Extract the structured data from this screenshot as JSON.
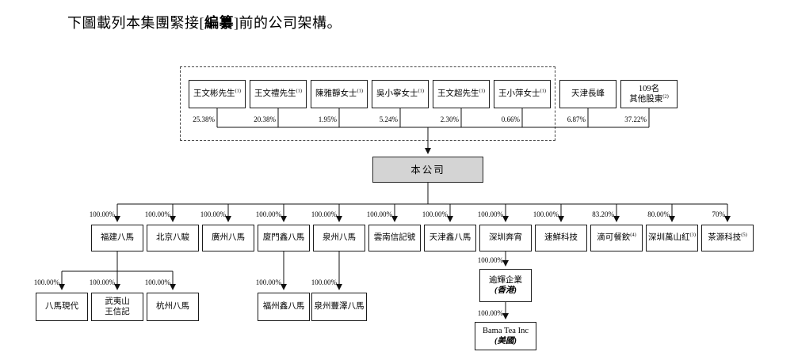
{
  "intro": {
    "prefix": "下圖載列本集團緊接[",
    "emphasis": "編纂",
    "suffix": "]前的公司架構。"
  },
  "parent_company": {
    "label": "本公司"
  },
  "shareholders": [
    {
      "name": "王文彬先生",
      "sup": "(1)",
      "pct": "25.38%"
    },
    {
      "name": "王文禮先生",
      "sup": "(1)",
      "pct": "20.38%"
    },
    {
      "name": "陳雅靜女士",
      "sup": "(1)",
      "pct": "1.95%"
    },
    {
      "name": "吳小寧女士",
      "sup": "(1)",
      "pct": "5.24%"
    },
    {
      "name": "王文超先生",
      "sup": "(1)",
      "pct": "2.30%"
    },
    {
      "name": "王小萍女士",
      "sup": "(1)",
      "pct": "0.66%"
    },
    {
      "name": "天津長峰",
      "sup": "",
      "pct": "6.87%"
    },
    {
      "line1": "109名",
      "line2": "其他股東",
      "sup": "(2)",
      "pct": "37.22%"
    }
  ],
  "subsidiaries": [
    {
      "name": "福建八馬",
      "sup": "",
      "pct": "100.00%"
    },
    {
      "name": "北京八駿",
      "sup": "",
      "pct": "100.00%"
    },
    {
      "name": "廣州八馬",
      "sup": "",
      "pct": "100.00%"
    },
    {
      "name": "廈門鑫八馬",
      "sup": "",
      "pct": "100.00%"
    },
    {
      "name": "泉州八馬",
      "sup": "",
      "pct": "100.00%"
    },
    {
      "name": "雲南信記號",
      "sup": "",
      "pct": "100.00%"
    },
    {
      "name": "天津鑫八馬",
      "sup": "",
      "pct": "100.00%"
    },
    {
      "name": "深圳奔宵",
      "sup": "",
      "pct": "100.00%"
    },
    {
      "name": "速鮮科技",
      "sup": "",
      "pct": "100.00%"
    },
    {
      "name": "滴可餐飲",
      "sup": "(4)",
      "pct": "83.20%"
    },
    {
      "name": "深圳萬山紅",
      "sup": "(3)",
      "pct": "80.00%"
    },
    {
      "name": "茶源科技",
      "sup": "(5)",
      "pct": "70%"
    }
  ],
  "fujian_children": [
    {
      "name": "八馬現代",
      "pct": "100.00%"
    },
    {
      "line1": "武夷山",
      "line2": "王信記",
      "pct": "100.00%"
    },
    {
      "name": "杭州八馬",
      "pct": "100.00%"
    }
  ],
  "xiamen_child": {
    "name": "福州鑫八馬",
    "pct": "100.00%"
  },
  "quanzhou_child": {
    "name": "泉州豐澤八馬",
    "pct": "100.00%"
  },
  "hk_company": {
    "line1": "逾輝企業",
    "line2": "(香港)",
    "pct": "100.00%"
  },
  "us_company": {
    "line1": "Bama Tea Inc",
    "line2": "(美國)",
    "pct": "100.00%"
  },
  "colors": {
    "line": "#111111",
    "parent_fill": "#d4d4d4"
  }
}
